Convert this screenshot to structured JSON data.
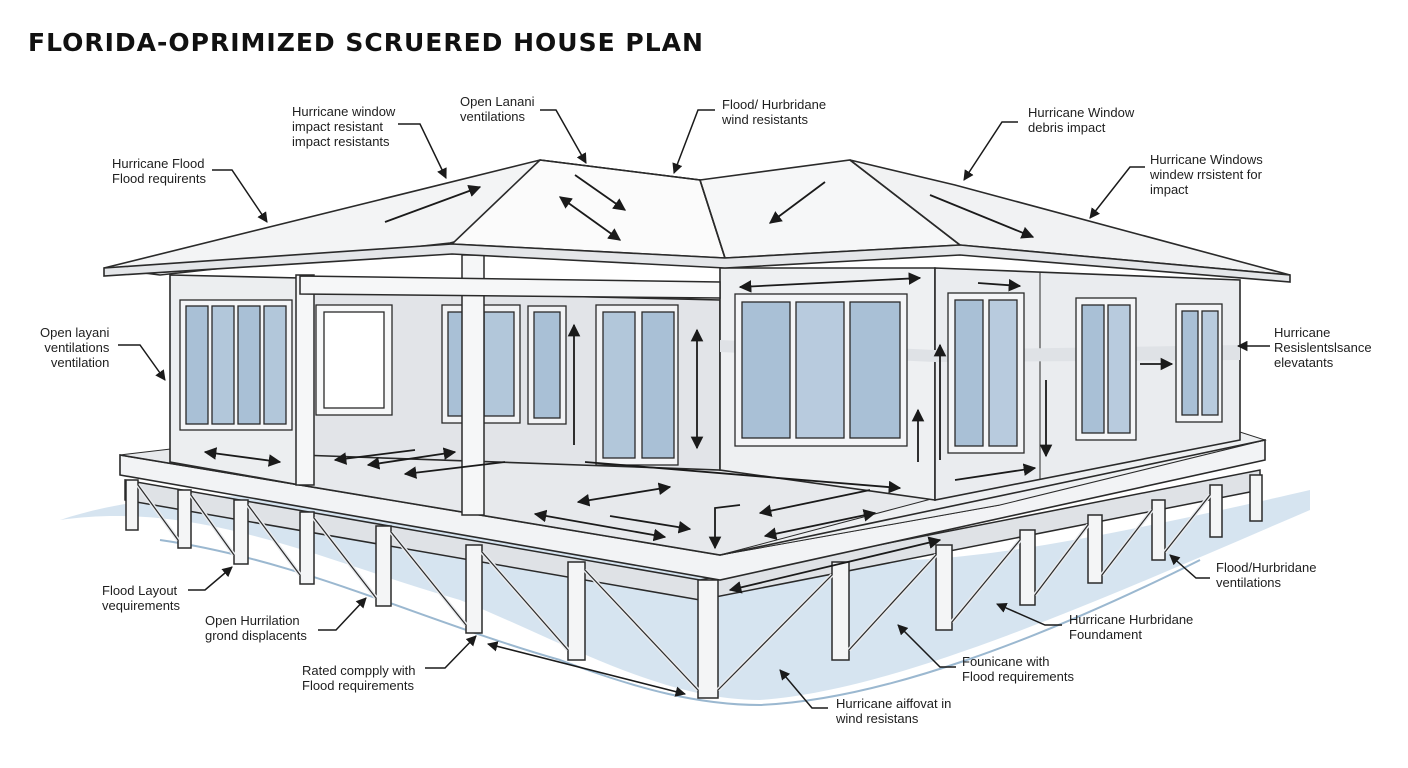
{
  "title": "FLORIDA-OPRIMIZED SCRUERED HOUSE PLAN",
  "colors": {
    "line": "#2a2a2a",
    "wall": "#eeeff1",
    "wall_shade": "#d4d6da",
    "roof": "#f7f7f7",
    "glass": "#a9c0d6",
    "glass_light": "#cfdbe8",
    "water": "#b7cfe2"
  },
  "callouts": [
    {
      "id": "top-left-window",
      "lines": [
        "Hurricane window",
        "impact resistant",
        "impact resistants"
      ]
    },
    {
      "id": "top-lanai",
      "lines": [
        "Open Lanani",
        "ventilations"
      ]
    },
    {
      "id": "top-flood-wind",
      "lines": [
        "Flood/ Hurbridane",
        "wind resistants"
      ]
    },
    {
      "id": "top-window-debris",
      "lines": [
        "Hurricane Window",
        "debris impact"
      ]
    },
    {
      "id": "top-right-windows",
      "lines": [
        "Hurricane Windows",
        "windew rrsistent for",
        "impact"
      ]
    },
    {
      "id": "left-flood",
      "lines": [
        "Hurricane Flood",
        "Flood requirents"
      ]
    },
    {
      "id": "left-lanai",
      "lines": [
        "Open layani",
        "ventilations",
        "ventilation"
      ]
    },
    {
      "id": "right-resistance",
      "lines": [
        "Hurricane",
        "Resislentslsance",
        "elevatants"
      ]
    },
    {
      "id": "left-flood-layout",
      "lines": [
        "Flood Layout",
        "vequirements"
      ]
    },
    {
      "id": "left-ground",
      "lines": [
        "Open Hurrilation",
        "grond displacents"
      ]
    },
    {
      "id": "bottom-raised",
      "lines": [
        "Rated compply with",
        "Flood requirements"
      ]
    },
    {
      "id": "right-flood-vent",
      "lines": [
        "Flood/Hurbridane",
        "ventilations"
      ]
    },
    {
      "id": "right-foundation",
      "lines": [
        "Hurricane Hurbridane",
        "Foundament"
      ]
    },
    {
      "id": "bottom-founicane",
      "lines": [
        "Founicane with",
        "Flood requirements"
      ]
    },
    {
      "id": "bottom-airflow",
      "lines": [
        "Hurricane aiffovat in",
        "wind resistans"
      ]
    }
  ]
}
